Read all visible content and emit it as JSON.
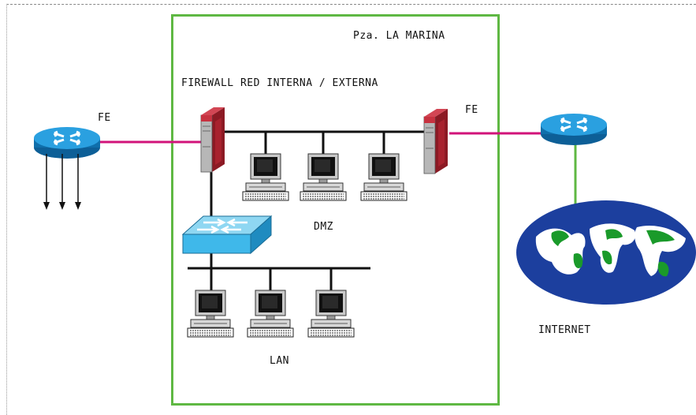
{
  "labels": {
    "site": "Pza. LA MARINA",
    "firewall": "FIREWALL RED INTERNA / EXTERNA",
    "fe_left": "FE",
    "fe_right": "FE",
    "dmz": "DMZ",
    "lan": "LAN",
    "internet": "INTERNET"
  },
  "colors": {
    "site_border": "#5fb843",
    "fe_link": "#d1137a",
    "internet_link": "#5fb843",
    "router_body": "#1c8fd3",
    "switch_body": "#3fb8ea",
    "firewall_body": "#b2232f",
    "globe_ocean": "#1c3f9e",
    "globe_land": "#1a9a2a"
  },
  "icons": {
    "left_router": "router-icon",
    "right_router": "router-icon",
    "firewall_left": "firewall-icon",
    "firewall_right": "firewall-icon",
    "switch": "switch-icon",
    "workstation": "workstation-icon",
    "internet": "globe-icon"
  }
}
